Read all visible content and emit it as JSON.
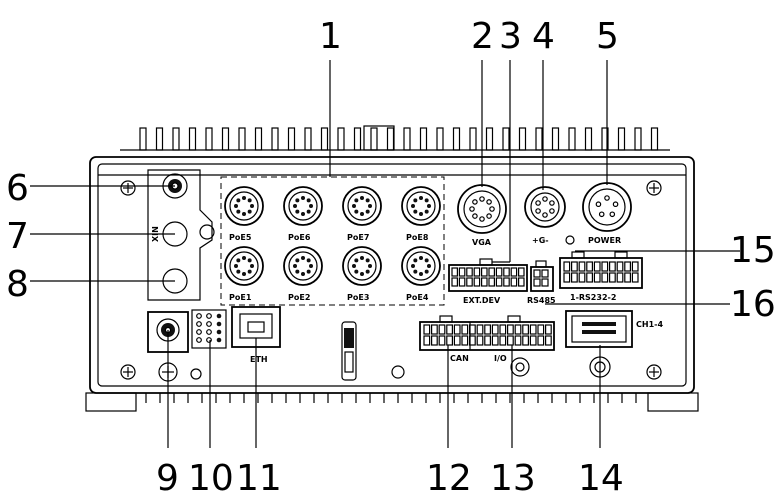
{
  "callouts": [
    "1",
    "2",
    "3",
    "4",
    "5",
    "6",
    "7",
    "8",
    "9",
    "10",
    "11",
    "12",
    "13",
    "14",
    "15",
    "16"
  ],
  "poe_labels_top": [
    "PoE5",
    "PoE6",
    "PoE7",
    "PoE8"
  ],
  "poe_labels_bottom": [
    "PoE1",
    "PoE2",
    "PoE3",
    "PoE4"
  ],
  "port_labels": {
    "vga": "VGA",
    "power": "POWER",
    "ext_dev": "EXT.DEV",
    "rs485": "RS485",
    "rs232": "1-RS232-2",
    "can": "CAN",
    "io": "I/O",
    "ch": "CH1-4"
  }
}
